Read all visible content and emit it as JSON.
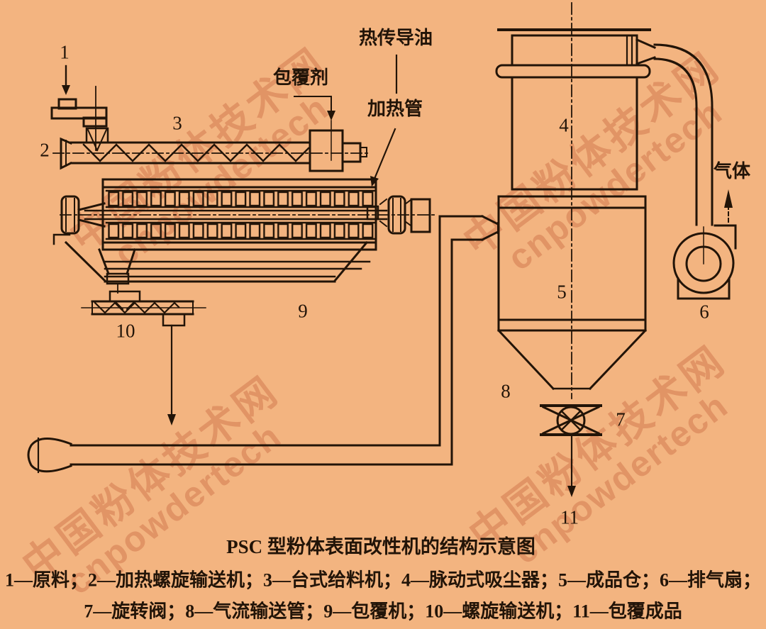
{
  "colors": {
    "background": "#f3b480",
    "ink": "#221408",
    "watermark": "#c25c35"
  },
  "watermark": {
    "cn": "中国粉体技术网",
    "en": "cnpowdertech"
  },
  "caption": {
    "title": "PSC 型粉体表面改性机的结构示意图"
  },
  "legend": {
    "line1": "1—原料；2—加热螺旋输送机；3—台式给料机；4—脉动式吸尘器；5—成品仓；6—排气扇；",
    "line2": "7—旋转阀；8—气流输送管；9—包覆机；10—螺旋输送机；11—包覆成品"
  },
  "annotations": {
    "heat_transfer_oil": "热传导油",
    "coating_agent": "包覆剂",
    "heating_pipe": "加热管",
    "gas": "气体"
  },
  "part_numbers": {
    "n1": "1",
    "n2": "2",
    "n3": "3",
    "n4": "4",
    "n5": "5",
    "n6": "6",
    "n7": "7",
    "n8": "8",
    "n9": "9",
    "n10": "10",
    "n11": "11"
  }
}
